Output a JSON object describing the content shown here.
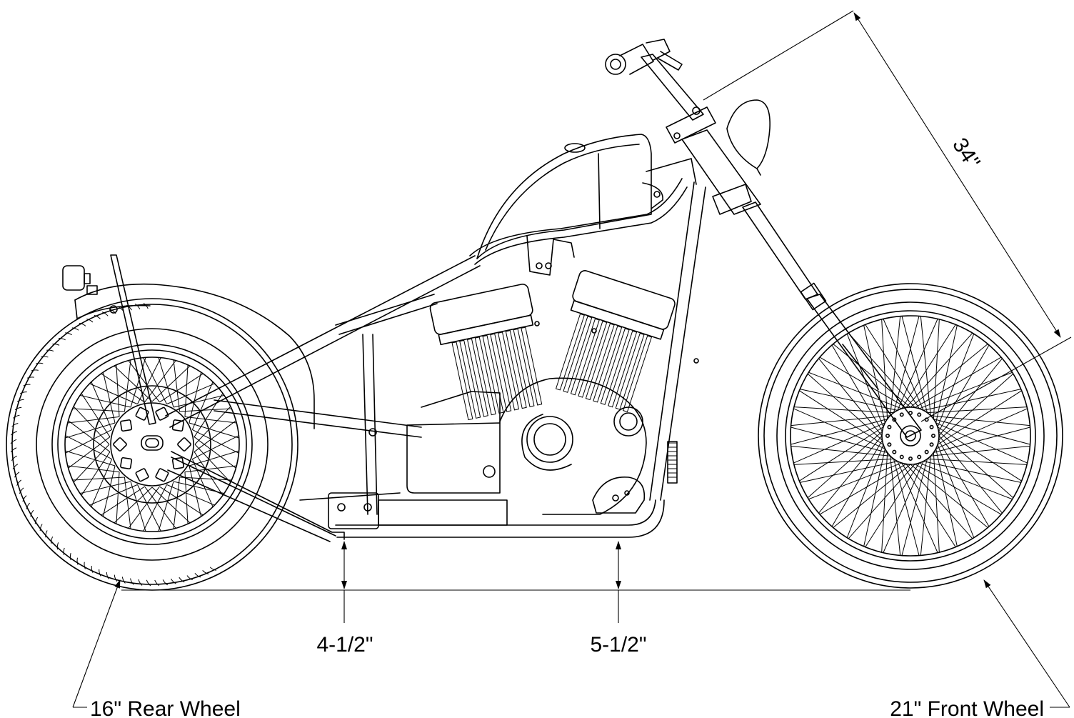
{
  "dimensions": {
    "handlebar_height": "34\"",
    "rear_ground_clearance": "4-1/2\"",
    "front_ground_clearance": "5-1/2\""
  },
  "callouts": {
    "rear_wheel": "16\" Rear Wheel",
    "front_wheel": "21\" Front Wheel"
  }
}
